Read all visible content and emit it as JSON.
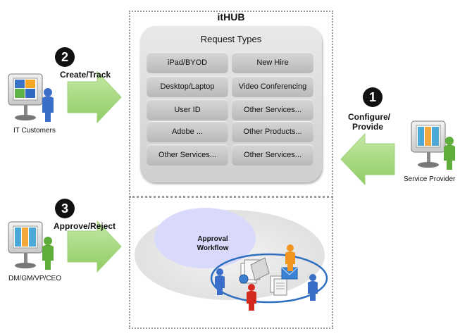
{
  "hub": {
    "title": "itHUB",
    "panel_title": "Request Types",
    "request_types": [
      "iPad/BYOD",
      "New Hire",
      "Desktop/Laptop",
      "Video Conferencing",
      "User ID",
      "Other Services...",
      "Adobe ...",
      "Other Products...",
      "Other Services...",
      "Other Services..."
    ]
  },
  "steps": [
    {
      "number": "1",
      "label_line1": "Configure/",
      "label_line2": "Provide"
    },
    {
      "number": "2",
      "label": "Create/Track"
    },
    {
      "number": "3",
      "label": "Approve/Reject"
    }
  ],
  "actors": {
    "it_customers": "IT Customers",
    "service_provider": "Service Provider",
    "executives": "DM/GM/VP/CEO"
  },
  "workflow": {
    "line1": "Approval",
    "line2": "Workflow"
  },
  "colors": {
    "arrow_green": "#a8d97f",
    "person_blue": "#3a6ec8",
    "person_green": "#5fae3b",
    "person_orange": "#f0961e",
    "person_red": "#d42a1f",
    "workflow_ellipse": "#d9dafb",
    "team_ellipse_border": "#2e6fc0"
  }
}
